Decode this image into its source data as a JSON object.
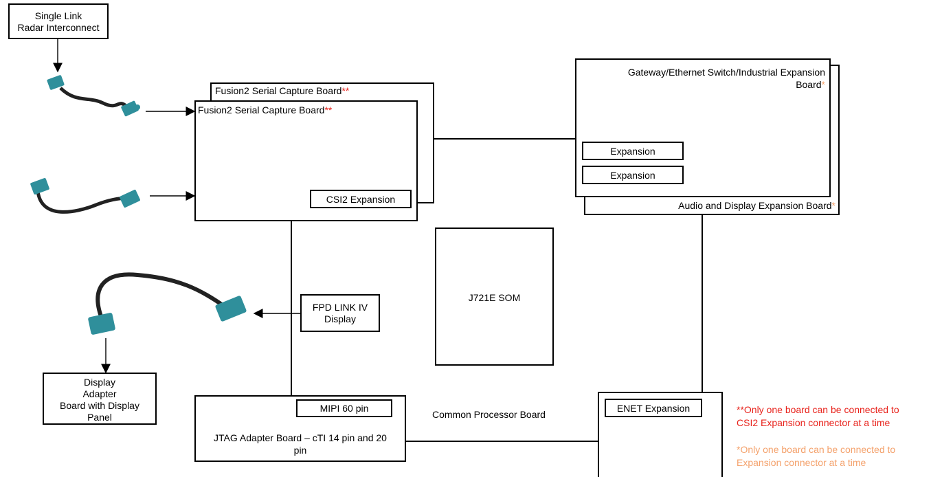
{
  "colors": {
    "red_note": "#e8221b",
    "orange_note": "#f4a16b",
    "connector": "#2f8f9b"
  },
  "boxes": {
    "radar": {
      "line1": "Single Link",
      "line2": "Radar Interconnect"
    },
    "fusion_back": {
      "label": "Fusion2 Serial Capture Board",
      "mark": "**"
    },
    "fusion_front": {
      "label": "Fusion2 Serial Capture Board",
      "mark": "**"
    },
    "csi2": {
      "label": "CSI2 Expansion"
    },
    "gateway": {
      "line1": "Gateway/Ethernet Switch/Industrial Expansion",
      "line2": "Board",
      "mark": "*"
    },
    "expansion1": {
      "label": "Expansion"
    },
    "expansion2": {
      "label": "Expansion"
    },
    "audio": {
      "label": "Audio and Display Expansion Board",
      "mark": "*"
    },
    "som": {
      "label": "J721E SOM"
    },
    "fpd": {
      "line1": "FPD LINK IV",
      "line2": "Display"
    },
    "display_adapter": {
      "line1": "Display",
      "line2": "Adapter",
      "line3": "Board with Display",
      "line4": "Panel"
    },
    "jtag": {
      "line1": "JTAG Adapter Board – cTI 14 pin and 20",
      "line2": "pin"
    },
    "mipi": {
      "label": "MIPI 60 pin"
    },
    "enet": {
      "label": "ENET Expansion"
    }
  },
  "labels": {
    "common_processor": "Common Processor Board"
  },
  "notes": {
    "red_line1": "**Only one board can be connected to",
    "red_line2": "CSI2 Expansion connector at a time",
    "orange_line1": "*Only one board can be connected to",
    "orange_line2": "Expansion connector at a time"
  }
}
